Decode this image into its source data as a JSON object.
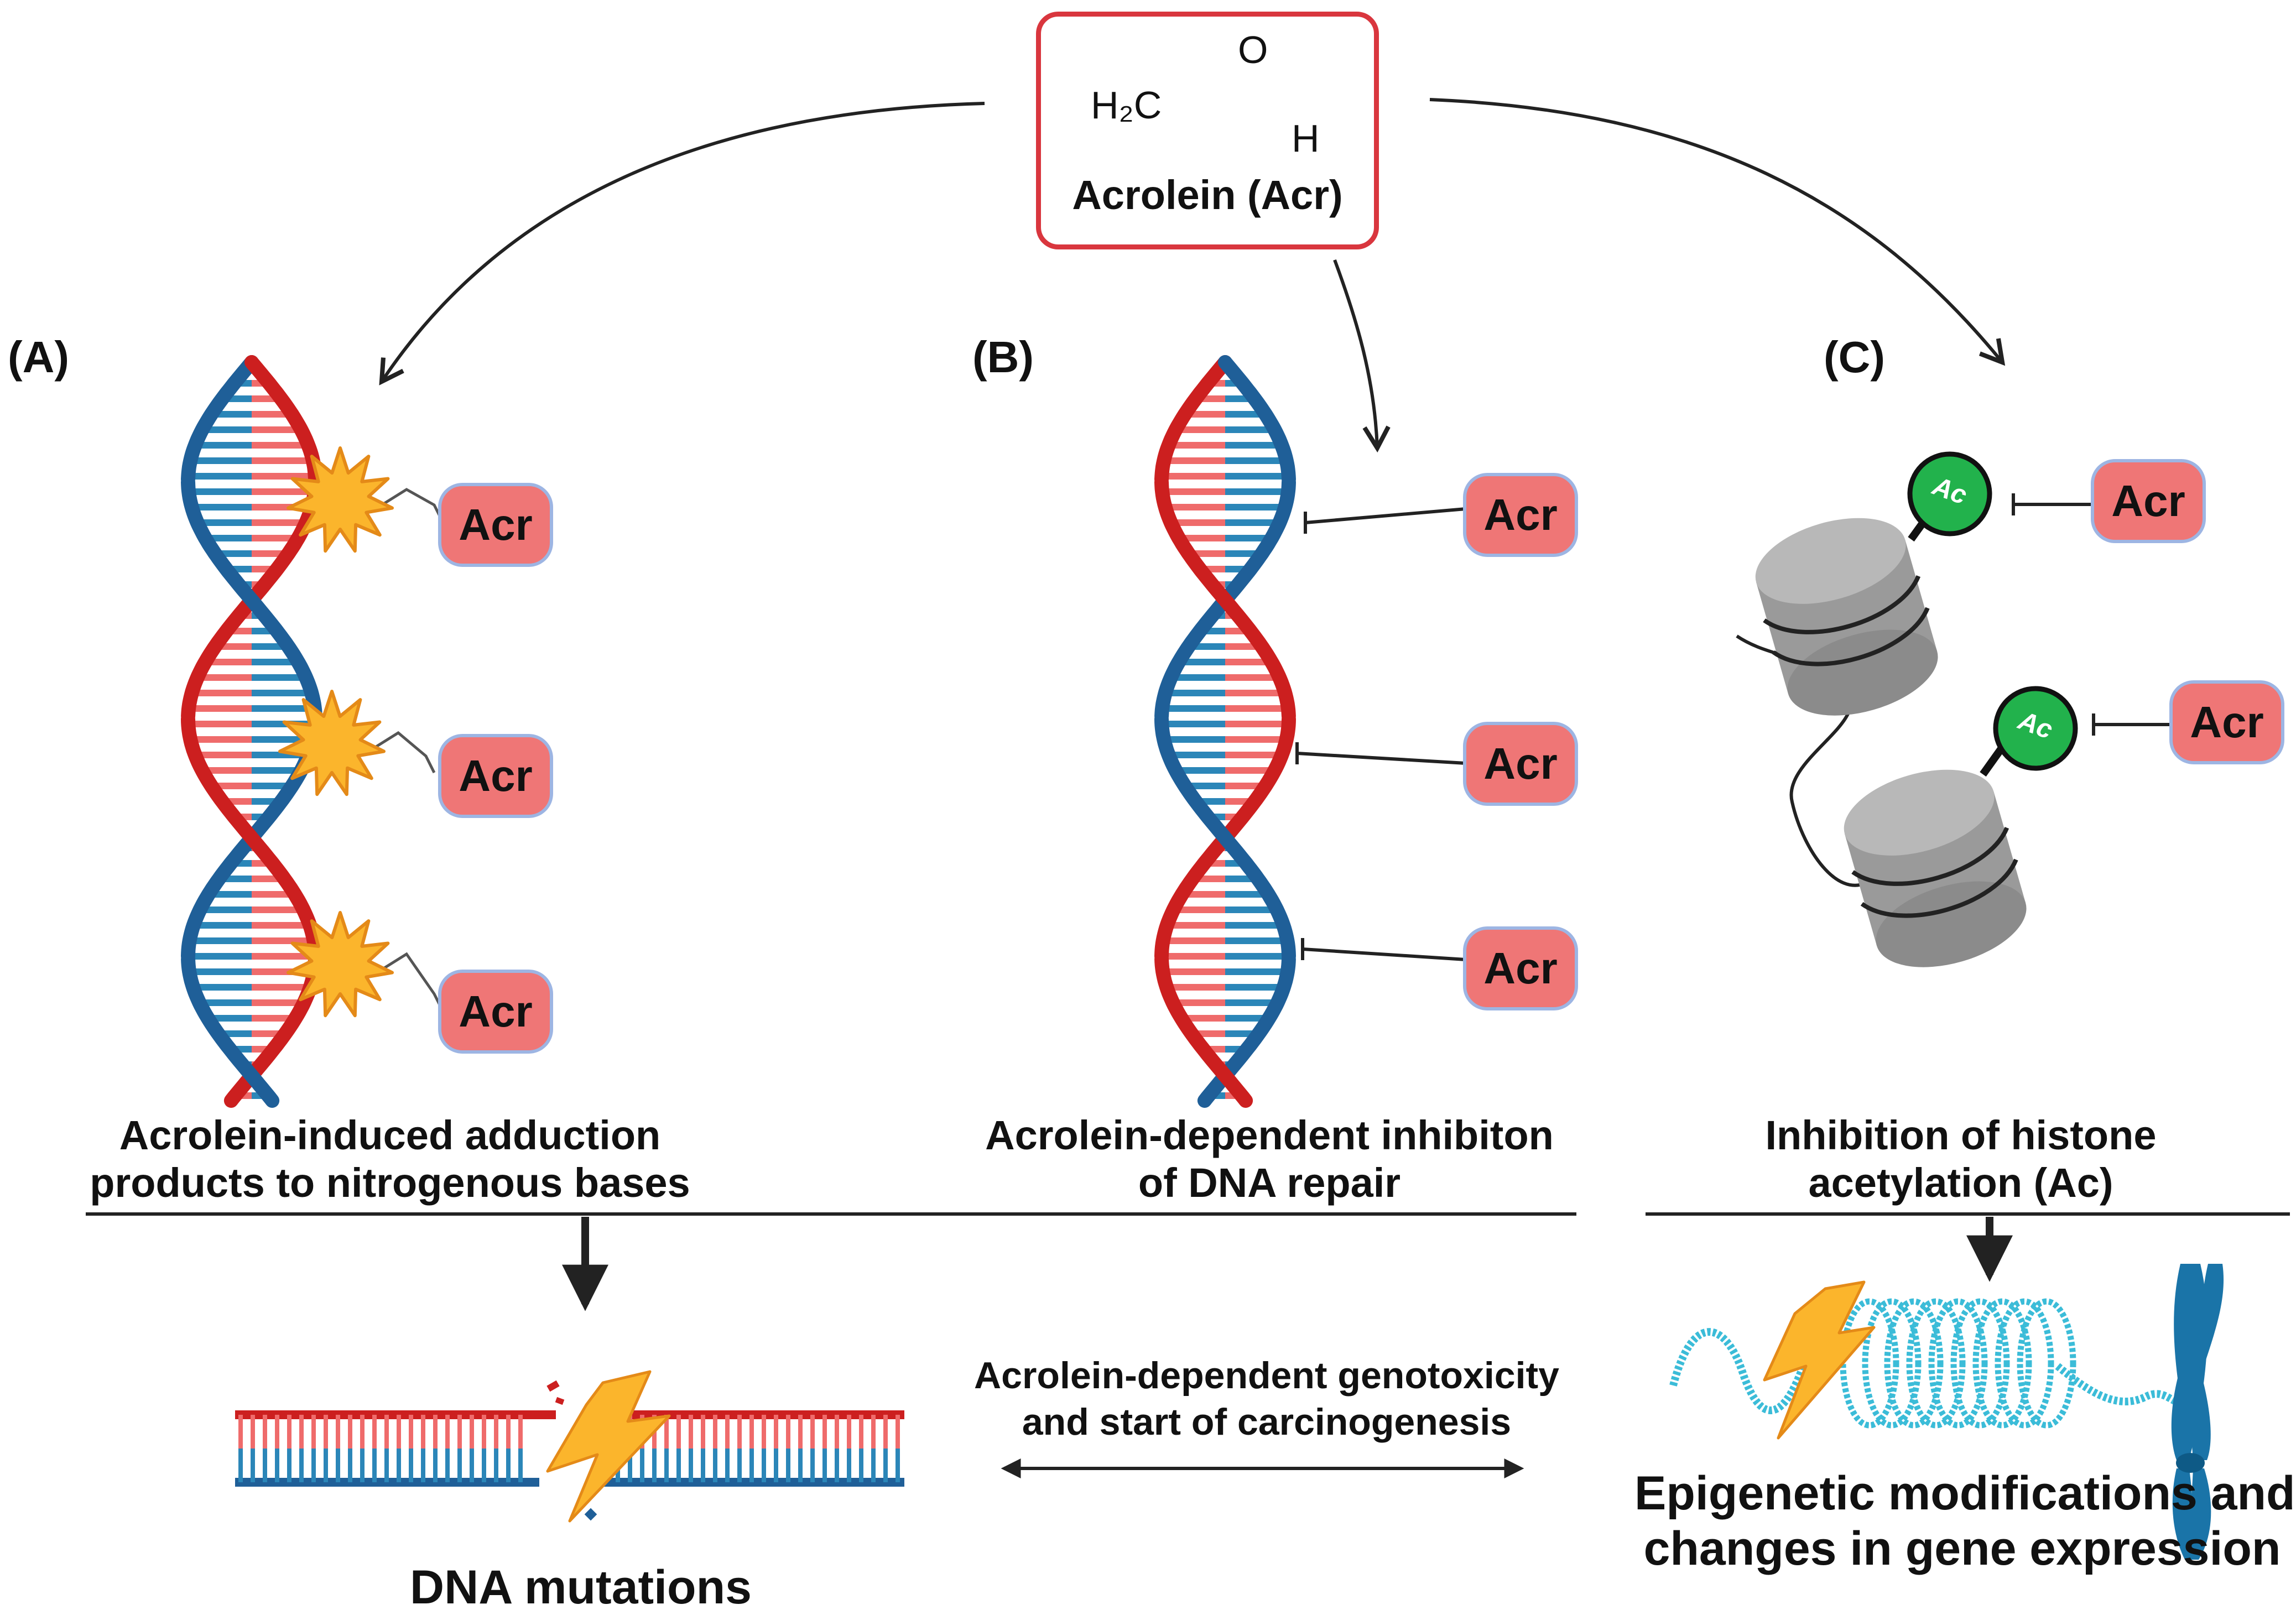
{
  "acrolein": {
    "formula_h2c": "H₂C",
    "formula_o": "O",
    "formula_h": "H",
    "name": "Acrolein (Acr)"
  },
  "panels": {
    "a": {
      "label": "(A)",
      "caption_line1": "Acrolein-induced adduction",
      "caption_line2": "products to nitrogenous bases"
    },
    "b": {
      "label": "(B)",
      "caption_line1": "Acrolein-dependent inhibiton",
      "caption_line2": "of DNA repair"
    },
    "c": {
      "label": "(C)",
      "caption_line1": "Inhibition of histone",
      "caption_line2": "acetylation (Ac)"
    }
  },
  "acr_label": "Acr",
  "ac_label": "Ac",
  "outcomes": {
    "dna_mutations": "DNA mutations",
    "genotoxicity_line1": "Acrolein-dependent genotoxicity",
    "genotoxicity_line2": "and start of carcinogenesis",
    "epigenetic_line1": "Epigenetic modifications and",
    "epigenetic_line2": "changes in gene expression"
  },
  "colors": {
    "strand_red": "#cc1f1f",
    "strand_blue": "#1f5f98",
    "base_red": "#ef6b6b",
    "base_blue": "#2b86b8",
    "acr_fill": "#ef7676",
    "acr_border": "#9db5e3",
    "ac_fill": "#22b24c",
    "nucleosome_gray": "#a3a3a3",
    "box_border": "#d9363e",
    "burst_fill": "#fbb52c",
    "chromatin_cyan": "#3bbcd8",
    "chromosome_blue": "#1a74a8"
  }
}
